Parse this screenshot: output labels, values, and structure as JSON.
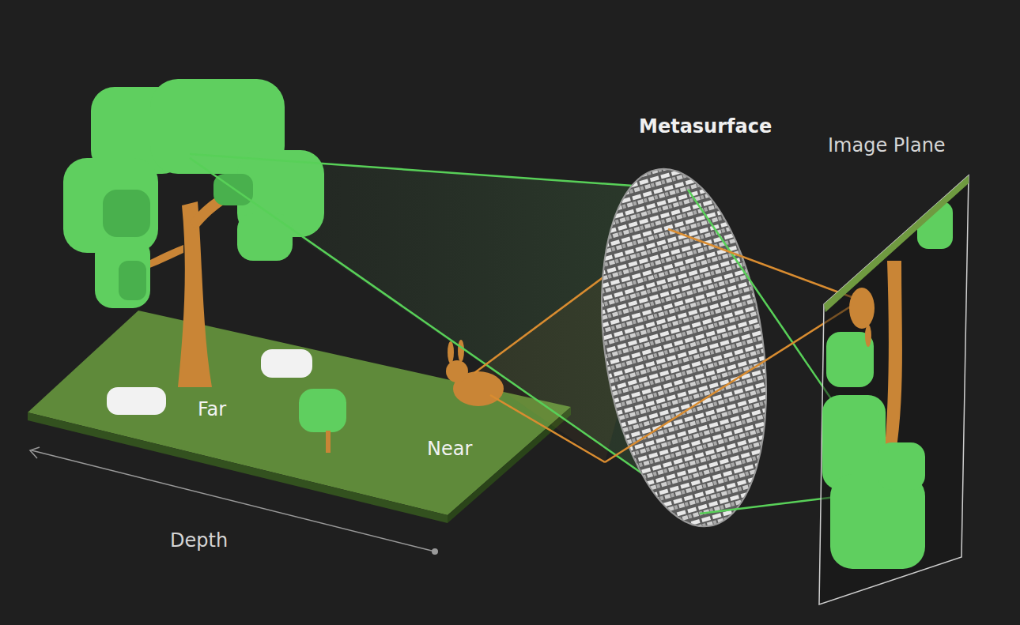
{
  "diagram": {
    "labels": [
      "Metasurface",
      "Image Plane",
      "Far",
      "Near",
      "Depth"
    ]
  }
}
